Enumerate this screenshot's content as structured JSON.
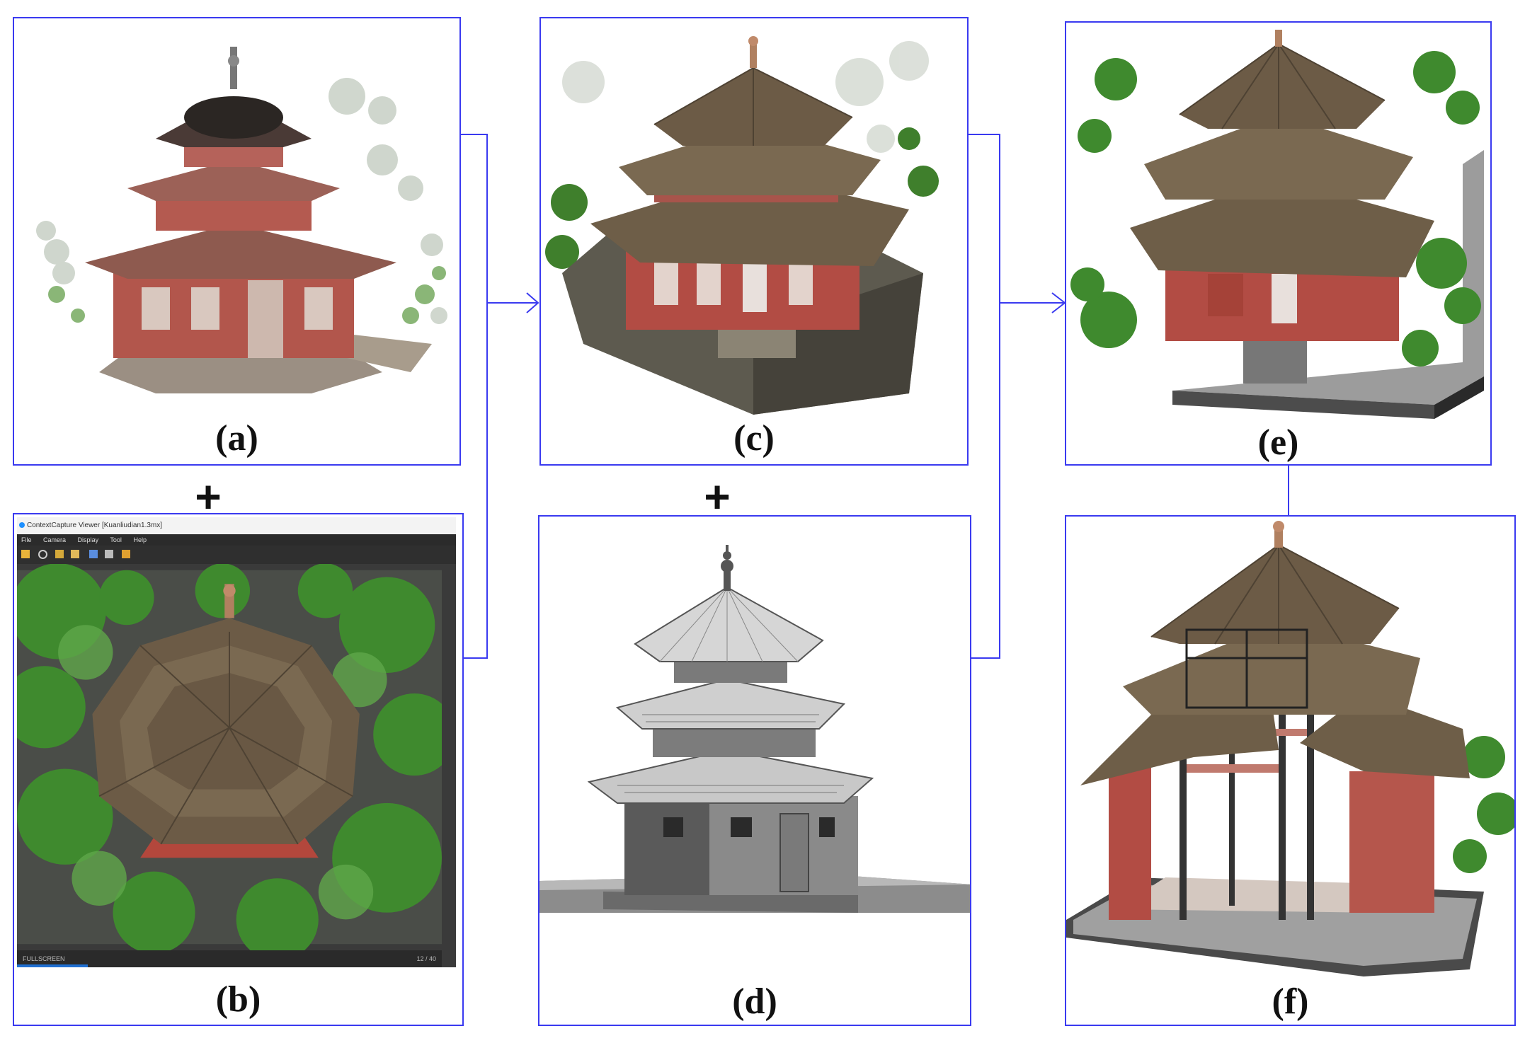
{
  "labels": {
    "a": "(a)",
    "b": "(b)",
    "c": "(c)",
    "d": "(d)",
    "e": "(e)",
    "f": "(f)"
  },
  "plus_sign": "+",
  "viewer": {
    "title": "ContextCapture Viewer [Kuanliudian1.3mx]",
    "menu": [
      "File",
      "Camera",
      "Display",
      "Tool",
      "Help"
    ],
    "status_left": "FULLSCREEN",
    "status_right": "12 / 40"
  },
  "colors": {
    "frame": "#3a3af0",
    "connector": "#3a3af0",
    "wall_red": "#b5524a",
    "roof_tile": "#6e5e48",
    "foliage": "#3f8a2e"
  }
}
